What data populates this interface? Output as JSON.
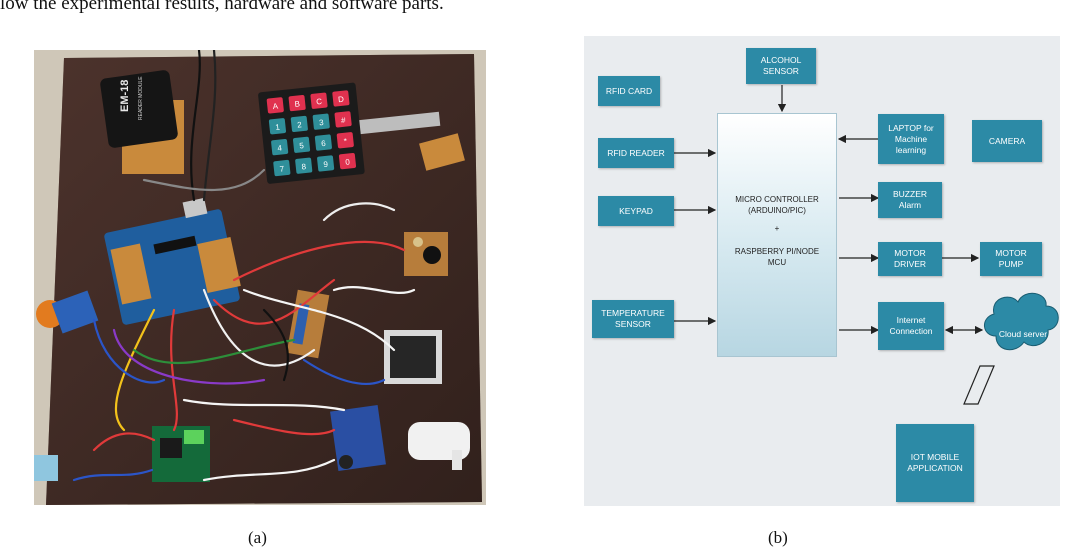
{
  "intro_text": "low the experimental results, hardware and software parts.",
  "panel_a": {
    "caption": "(a)",
    "em18_label": "EM-18",
    "em18_sub": "READER MODULE",
    "keypad_keys": [
      "A",
      "B",
      "C",
      "D",
      "1",
      "2",
      "3",
      "#",
      "4",
      "5",
      "6",
      "*",
      "7",
      "8",
      "9",
      "0"
    ]
  },
  "panel_b": {
    "caption": "(b)",
    "mcu_line1": "MICRO CONTROLLER\n(ARDUINO/PIC)",
    "mcu_line2": "+",
    "mcu_line3": "RASPBERRY PI/NODE\nMCU",
    "blocks": {
      "alcohol_sensor": "ALCOHOL\nSENSOR",
      "rfid_card": "RFID CARD",
      "rfid_reader": "RFID READER",
      "keypad": "KEYPAD",
      "temperature_sensor": "TEMPERATURE\nSENSOR",
      "laptop": "LAPTOP for\nMachine\nlearning",
      "camera": "CAMERA",
      "buzzer": "BUZZER\nAlarm",
      "motor_driver": "MOTOR\nDRIVER",
      "motor_pump": "MOTOR\nPUMP",
      "internet": "Internet\nConnection",
      "cloud": "Cloud server",
      "iot_app": "IOT MOBILE\nAPPLICATION"
    },
    "colors": {
      "block": "#2c8aa6",
      "background": "#e9ecef",
      "arrow": "#222222"
    }
  }
}
